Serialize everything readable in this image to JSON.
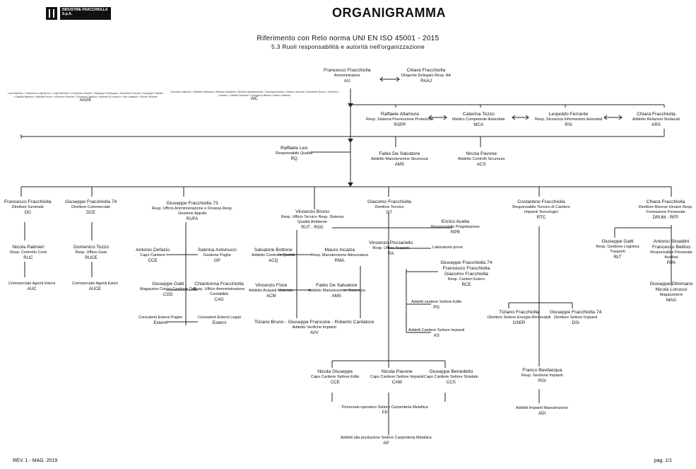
{
  "header": {
    "logo_text": "INDUSTRIE FRACCHIOLLA S.p.A.",
    "title": "ORGANIGRAMMA",
    "subtitle_1": "Riferimento con Relo norma UNI EN ISO 45001 - 2015",
    "subtitle_2": "5.3 Ruoli responsabilità e autorità nell'organizzazione"
  },
  "top": {
    "ceo": {
      "name": "Francesco Fracchiolla",
      "role": "Amministratore",
      "code": "AU"
    },
    "ceo2": {
      "name": "Chiara Fracchiolla",
      "role": "Dirigente Delegato Resp. AA",
      "code": "RAAJ"
    }
  },
  "staff_row": [
    {
      "name": "Raffaele Altamura",
      "role": "Resp. Sistema Prevenzione Protezione",
      "code": "RSPP"
    },
    {
      "name": "Caterina Tozzo",
      "role": "Medico Competente Aziendale",
      "code": "MCA"
    },
    {
      "name": "Leopoldo Ferrante",
      "role": "Resp. Sicurezza Informazioni Aziendali",
      "code": "RSI"
    },
    {
      "name": "Chiara Fracchiolla",
      "role": "Addetto Relazioni Sindacali",
      "code": "ARS"
    }
  ],
  "left_paragraphs": [
    {
      "text": "Luca Barbera • Francesco Luigi Bruno • Luigi Tarentino • Francesco Morelli • Giuseppe Dell'Acqua • Domenico Carone • Giuseppe Palmieri • Cataldo Barbera • Michele Bruno • Vincenzo Pavone • Giovanni Cardone • Antonio Di Lorenzo • Vito Lattarulo • Nicola Verdone",
      "code": "AAGE"
    },
    {
      "text": "Giovanni Lattarulo • Raffaele Altamura • Antonio Gadaleta • Michele Spadavecchia • Giuseppe Amato • Nicola Laricchia • Domenico Bruno • Vincenzo Lorusso • Cataldo Nardone • Francesco Bianco • Mario Lattarulo",
      "code": "AIC"
    }
  ],
  "mid_nodes": [
    {
      "name": "Raffaele Leo",
      "role": "Responsabile Qualità",
      "code": "RQ"
    },
    {
      "name": "Fabio De Salvatore",
      "role": "Addetto Manutenzione Sicurezza",
      "code": "AMS"
    },
    {
      "name": "Nicola Pavone",
      "role": "Addetto Controlli Sicurezza",
      "code": "ACS"
    }
  ],
  "second_row": [
    {
      "name": "Francesco Fracchiolla",
      "role": "Direttore Generale",
      "code": "DG"
    },
    {
      "name": "Giuseppe Fracchiolla 74",
      "role": "Direttore Commerciale",
      "code": "DCE"
    },
    {
      "name": "Giuseppe Fracchiolla 73",
      "role": "Resp. Ufficio Amministrazione e Finanza Resp. Gestione Appalti",
      "code": "RUFA"
    },
    {
      "name": "Vincenzo Bruno",
      "role": "Resp. Ufficio Tecnico Resp. Sistema Qualità Ambiente",
      "code": "RUT - RSG"
    },
    {
      "name": "Giacomo Fracchiolla",
      "role": "Direttore Tecnico",
      "code": "DT"
    },
    {
      "name": "Costantino Fracchiolla",
      "role": "Responsabile Tecnico di Cantiere Impianti Tecnologici",
      "code": "RTC"
    },
    {
      "name": "Chiara Fracchiolla",
      "role": "Direttore Risorse Umane Resp. Formazione Personale",
      "code": "DRUM - RFP"
    }
  ],
  "sub_nodes": [
    {
      "name": "Nicola Palmieri",
      "role": "Resp. Controllo Costi",
      "code": "RUC"
    },
    {
      "name": "Domenico Tozzo",
      "role": "Resp. Ufficio Gare",
      "code": "RUCE"
    },
    {
      "name": "Antonio Defazio",
      "role": "Capo Cantiere",
      "code": "CCE"
    },
    {
      "name": "Sabrina Antonucci",
      "role": "Gestione Paghe",
      "code": "GP"
    },
    {
      "name": "Giuseppe Gatti",
      "role": "Magazzino Centro Gestione Dati",
      "code": "CGD"
    },
    {
      "name": "Chiantonna Fracchiolla",
      "role": "Resp. Ufficio Amministrazione Contabilità",
      "code": "CAG"
    },
    {
      "name": "Salvatore Bottone",
      "role": "Addetto Controllo Qualità",
      "code": "ACQ"
    },
    {
      "name": "Mauro Incalza",
      "role": "Resp. Manutenzione Attrezzature",
      "code": "RMA"
    },
    {
      "name": "Vincenzo Fiore",
      "role": "Addetto Acquisti Materiale",
      "code": "ACM"
    },
    {
      "name": "Fabio De Salvatore",
      "role": "Addetto Manutenzione Sicurezza",
      "code": "AMS"
    },
    {
      "name": "Vincenzo Picciariello",
      "role": "Resp. Ufficio Acquisti",
      "code": "RA"
    },
    {
      "name": "Enrico Acella",
      "role": "Responsabile Progettazione",
      "code": "RPR"
    },
    {
      "name": "Giuseppe Fracchiolla 74 Francesco Fracchiolla Giacomo Fracchiolla",
      "role": "Resp. Cantieri Estero",
      "code": "RCE"
    },
    {
      "name": "Giuseppe Gatti",
      "role": "Resp. Gestione Logistica Trasporti",
      "code": "RLT"
    },
    {
      "name": "Antonio Sinaldini Francesco Bellino",
      "role": "Responsabile Personale Ausiliari",
      "code": "RPA"
    },
    {
      "name": "Giuseppe Ottomano Nicola Lorusso",
      "role": "Magazziniere",
      "code": "MAG"
    },
    {
      "name": "Tiziano Fracchiolla",
      "role": "Direttore Settore Energia Rinnovabili",
      "code": "DSER"
    },
    {
      "name": "Giuseppe Fracchiolla 74",
      "role": "Direttore Settore Impianti",
      "code": "DSI"
    },
    {
      "name": "Franco Bevilacqua",
      "role": "Resp. Gestione Impianti",
      "code": "RGI"
    },
    {
      "name": "Tiziano Bruno - Giuseppe Francone - Roberto Cantatore",
      "role": "Addetto Verifiche Impianti",
      "code": "AVV"
    },
    {
      "name": "Nicola Giuseppe",
      "role": "Capo Cantiere Settore Edile",
      "code": "CCE"
    },
    {
      "name": "Nicola Pavone",
      "role": "Capo Cantiere Settore Impianti",
      "code": "CAM"
    },
    {
      "name": "Giuseppe Benedetto",
      "role": "Capo Cantiere Settore Stradale",
      "code": "CCS"
    }
  ],
  "text_labels": [
    {
      "text": "Commerciale Agenti Interni",
      "code": "AUC"
    },
    {
      "text": "Commerciale Agenti Esteri",
      "code": "AUCE"
    },
    {
      "text": "Consulenti Esterni Paghe",
      "code": "Esterni"
    },
    {
      "text": "Consulenti Esterni Legali",
      "code": "Esterni"
    },
    {
      "text": "Laboratorio prove",
      "code": ""
    },
    {
      "text": "Addetti cantiere Settore Edile",
      "code": "PG"
    },
    {
      "text": "Addetti Cantiere Settore Impianti",
      "code": "AS"
    },
    {
      "text": "Addetti Impianti Manutenzione",
      "code": "ADI"
    },
    {
      "text": "Personale operativo Settore Carpenteria Metallica",
      "code": "FP"
    },
    {
      "text": "Addetti alla produzione Settore Carpenteria Metallica",
      "code": "AP"
    }
  ],
  "footer": {
    "rev": "REV. 1 - MAG. 2019",
    "page": "pag. 1/1"
  }
}
